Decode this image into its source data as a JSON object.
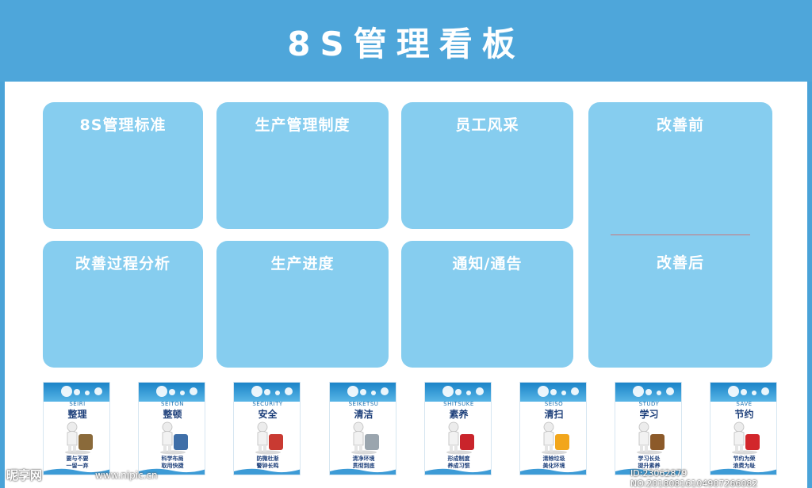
{
  "header": {
    "title": "8S管理看板"
  },
  "panels": [
    {
      "label": "8S管理标准"
    },
    {
      "label": "生产管理制度"
    },
    {
      "label": "员工风采"
    },
    {
      "label": "改善过程分析"
    },
    {
      "label": "生产进度"
    },
    {
      "label": "通知/通告"
    }
  ],
  "improvement": {
    "before_label": "改善前",
    "after_label": "改善后"
  },
  "cards": [
    {
      "en": "SEIRI",
      "zh": "整理",
      "line1": "要与不要",
      "line2": "一留一弃",
      "figure": "toolbox-figure-icon"
    },
    {
      "en": "SEITON",
      "zh": "整顿",
      "line1": "科学布局",
      "line2": "取用快捷",
      "figure": "gear-figure-icon"
    },
    {
      "en": "SECURITY",
      "zh": "安全",
      "line1": "防微杜渐",
      "line2": "警钟长鸣",
      "figure": "safety-figure-icon"
    },
    {
      "en": "SEIKETSU",
      "zh": "清洁",
      "line1": "清净环境",
      "line2": "贯彻到底",
      "figure": "cleaning-figure-icon"
    },
    {
      "en": "SHITSUKE",
      "zh": "素养",
      "line1": "形成制度",
      "line2": "养成习惯",
      "figure": "handshake-figure-icon"
    },
    {
      "en": "SEISO",
      "zh": "清扫",
      "line1": "清除垃圾",
      "line2": "美化环境",
      "figure": "trashbin-figure-icon"
    },
    {
      "en": "STUDY",
      "zh": "学习",
      "line1": "学习长处",
      "line2": "提升素养",
      "figure": "abacus-figure-icon"
    },
    {
      "en": "SAVE",
      "zh": "节约",
      "line1": "节约为荣",
      "line2": "浪费为耻",
      "figure": "moneybag-figure-icon"
    }
  ],
  "watermark": {
    "site": "昵享网",
    "url": "www.nipic.cn",
    "id": "ID:23062879 NO:20180816104907266082"
  },
  "colors": {
    "header": "#4ea6da",
    "panel": "#86cdef",
    "card_text": "#1d3f7a",
    "divider": "#c9777a"
  }
}
